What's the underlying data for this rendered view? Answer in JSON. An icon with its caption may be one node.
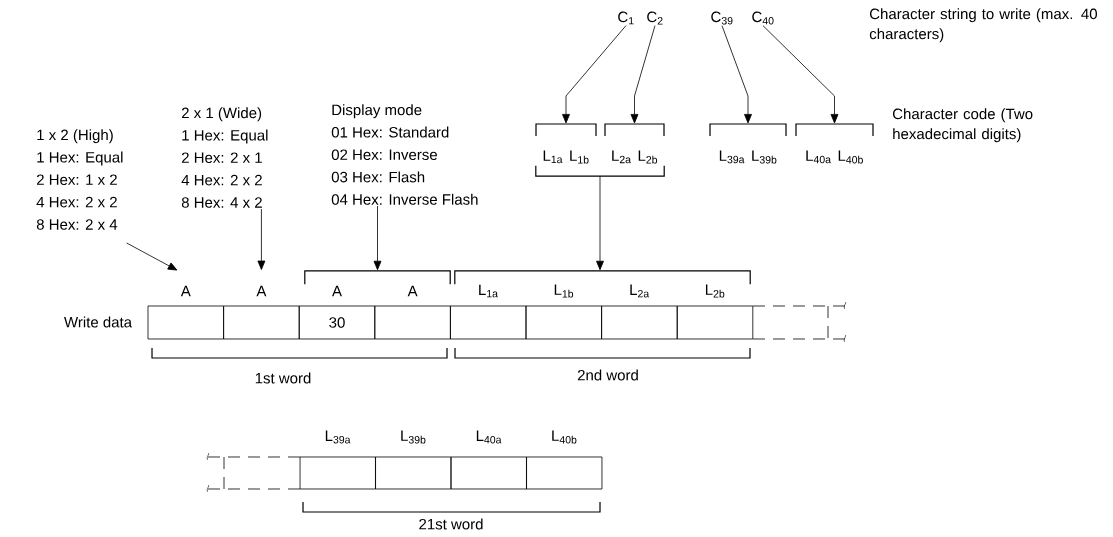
{
  "diagram": {
    "nodes": [
      {
        "text": [
          "1 x 2 (High)",
          "1 Hex: Equal",
          "2 Hex: 1 x 2",
          "4 Hex: 2 x 2",
          "8 Hex: 2 x 4"
        ]
      },
      {
        "text": [
          "2 x 1 (Wide)",
          "1 Hex: Equal",
          "2 Hex: 2 x 1",
          "4 Hex: 2 x 2",
          "8 Hex: 4 x 2"
        ]
      },
      {
        "text": [
          "Display mode",
          "01 Hex: Standard",
          "02 Hex: Inverse",
          "03 Hex: Flash",
          "04 Hex: Inverse Flash"
        ]
      },
      {
        "text": [
          "C$_{1}$"
        ]
      },
      {
        "text": [
          "C$_{2}$"
        ]
      },
      {
        "text": [
          "C$_{39}$"
        ]
      },
      {
        "text": [
          "C$_{40}$"
        ]
      },
      {
        "text": [
          "L$_{1a}$",
          "L$_{1b}$"
        ]
      },
      {
        "text": [
          "L$_{2a}$",
          "L$_{2b}$"
        ]
      },
      {
        "text": [
          "L$_{39a}$",
          "L$_{39b}$"
        ]
      },
      {
        "text": [
          "L$_{40a}$",
          "L$_{40b}$"
        ]
      },
      {
        "text": [],
        "shape": "bracket"
      },
      {
        "text": [],
        "shape": "bracket"
      },
      {
        "text": [],
        "shape": "bracket"
      },
      {
        "text": [],
        "shape": "box",
        "beside": [
          "A"
        ]
      },
      {
        "text": [],
        "shape": "box",
        "beside": [
          "A"
        ]
      },
      {
        "text": [
          "30"
        ],
        "beside": [
          "A"
        ]
      },
      {
        "text": [],
        "shape": "box",
        "beside": [
          "A"
        ]
      },
      {
        "text": [],
        "shape": "box",
        "beside": [
          "L$_{1a}$"
        ]
      },
      {
        "text": [],
        "shape": "box",
        "beside": [
          "L$_{1b}$"
        ]
      },
      {
        "text": [],
        "shape": "box",
        "beside": [
          "L$_{2a}$"
        ]
      },
      {
        "text": [],
        "shape": "box",
        "beside": [
          "L$_{2b}$"
        ]
      },
      {
        "text": [],
        "shape": "box",
        "beside": [
          "L$_{39a}$"
        ]
      },
      {
        "text": [],
        "shape": "box",
        "beside": [
          "L$_{39b}$"
        ]
      },
      {
        "text": [],
        "shape": "box",
        "beside": [
          "L$_{40a}$"
        ]
      },
      {
        "text": [],
        "shape": "box",
        "beside": [
          "L$_{40b}$"
        ]
      }
    ],
    "edges": [
      {
        "from": 0,
        "to": 14,
        "arrow": "to"
      },
      {
        "from": 1,
        "to": 15,
        "arrow": "to"
      },
      {
        "from": 2,
        "to": 12,
        "arrow": "to"
      },
      {
        "from": 3,
        "to": 7,
        "arrow": "to"
      },
      {
        "from": 4,
        "to": 8,
        "arrow": "to"
      },
      {
        "from": 5,
        "to": 9,
        "arrow": "to"
      },
      {
        "from": 6,
        "to": 10,
        "arrow": "to"
      },
      {
        "from": 11,
        "to": 13,
        "arrow": "to"
      }
    ],
    "labels": [
      "Character string to write (max. 40 characters)",
      "Character code (Two hexadecimal digits)",
      "Write data",
      "1st word",
      "2nd word",
      "21st word"
    ]
  }
}
